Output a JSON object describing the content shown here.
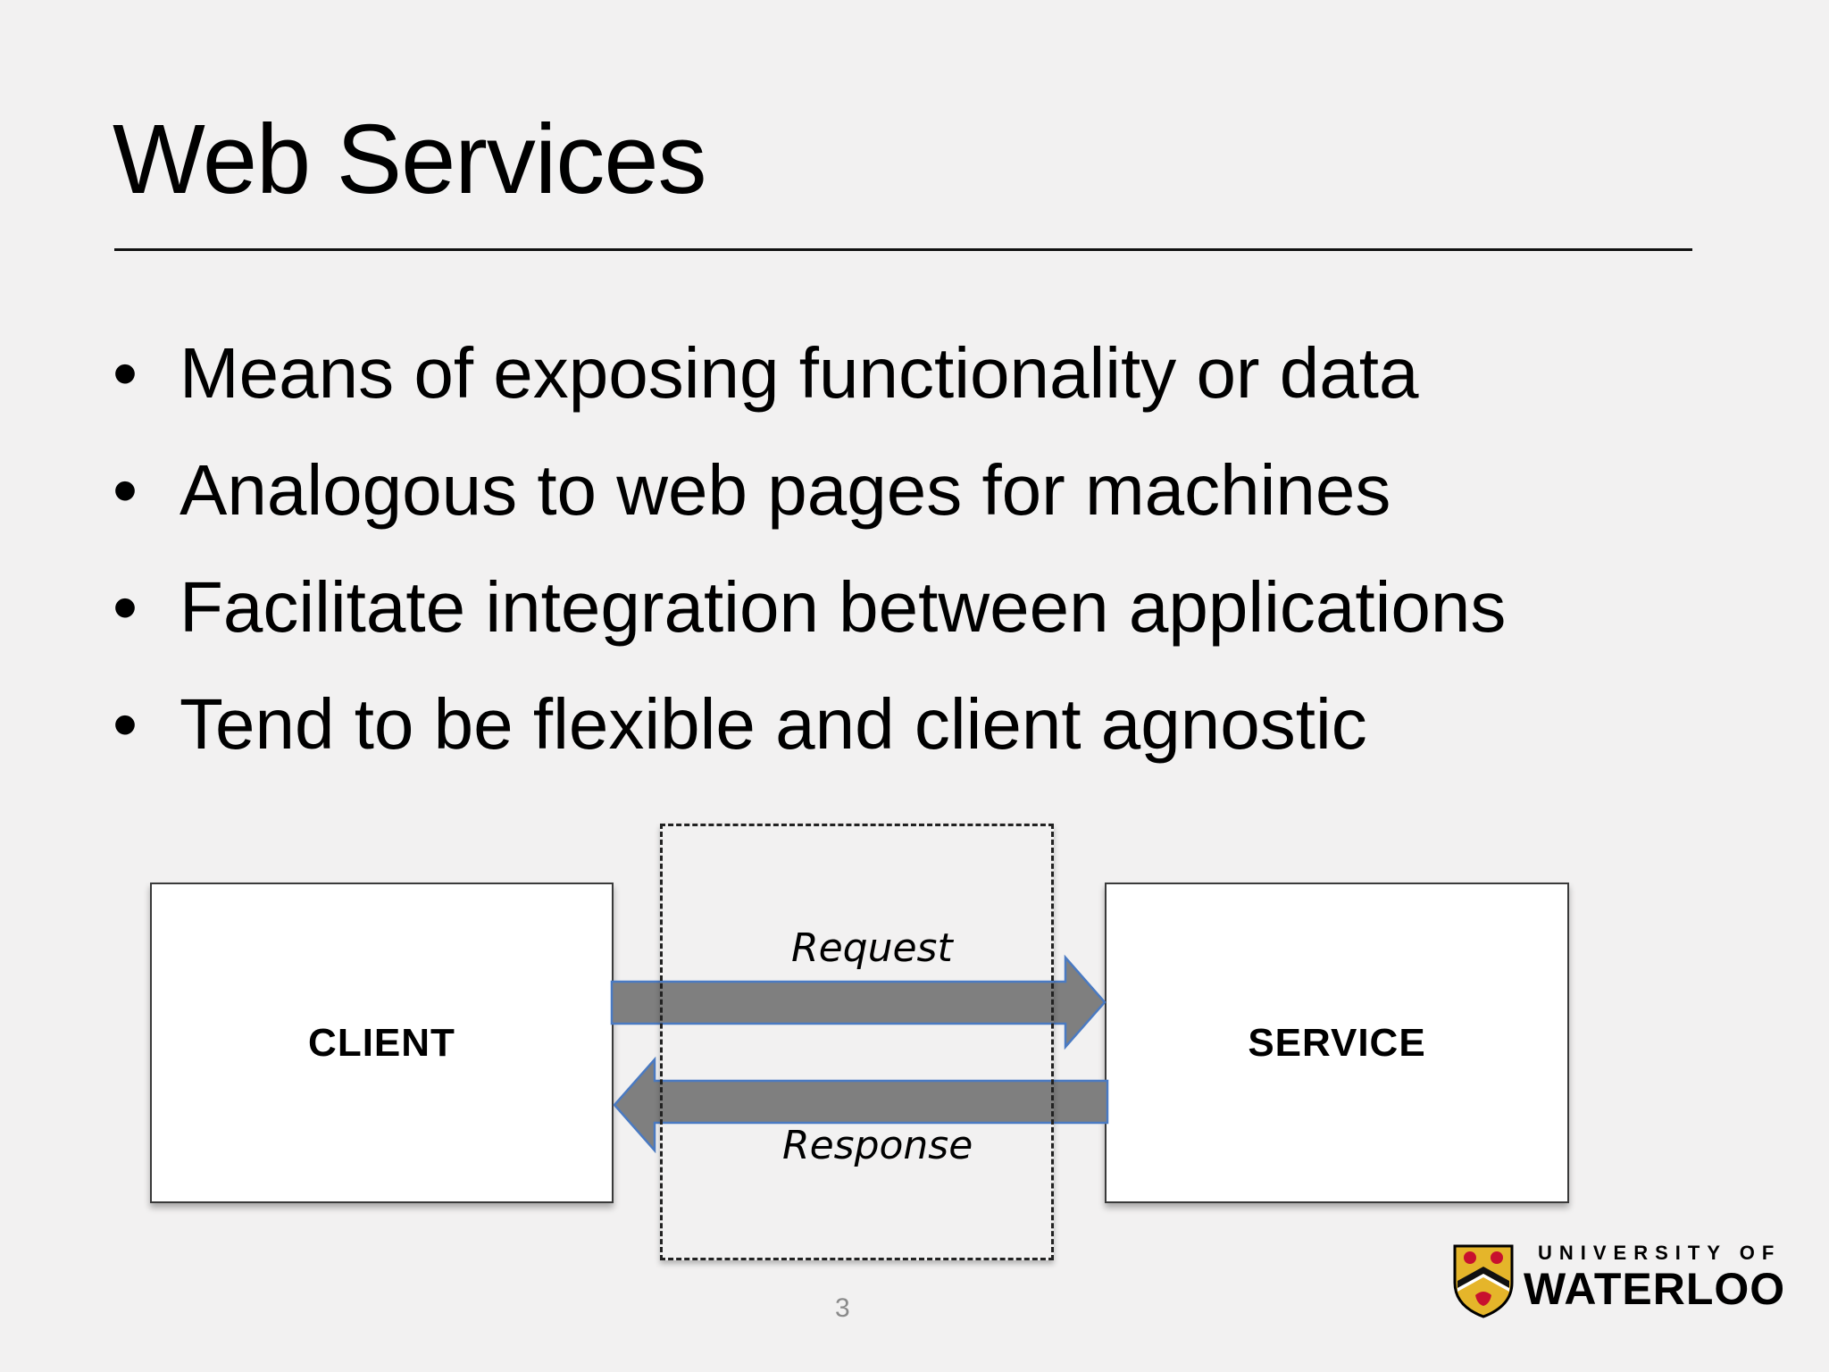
{
  "slide": {
    "title": "Web Services",
    "bullets": [
      "Means of exposing functionality or data",
      "Analogous to web pages for machines",
      "Facilitate integration between applications",
      "Tend to be flexible and client agnostic"
    ],
    "bullet_glyph": "•",
    "page_number": "3"
  },
  "diagram": {
    "client_label": "CLIENT",
    "service_label": "SERVICE",
    "request_label": "Request",
    "response_label": "Response",
    "arrow_color": "#7f7f7f",
    "arrow_border_color": "#4a7ac2"
  },
  "logo": {
    "line1": "UNIVERSITY OF",
    "line2": "WATERLOO",
    "icon": "university-shield-icon",
    "shield_gold": "#e5b52a",
    "shield_red": "#c8102e"
  },
  "colors": {
    "background": "#f2f1f1",
    "text": "#000000"
  }
}
